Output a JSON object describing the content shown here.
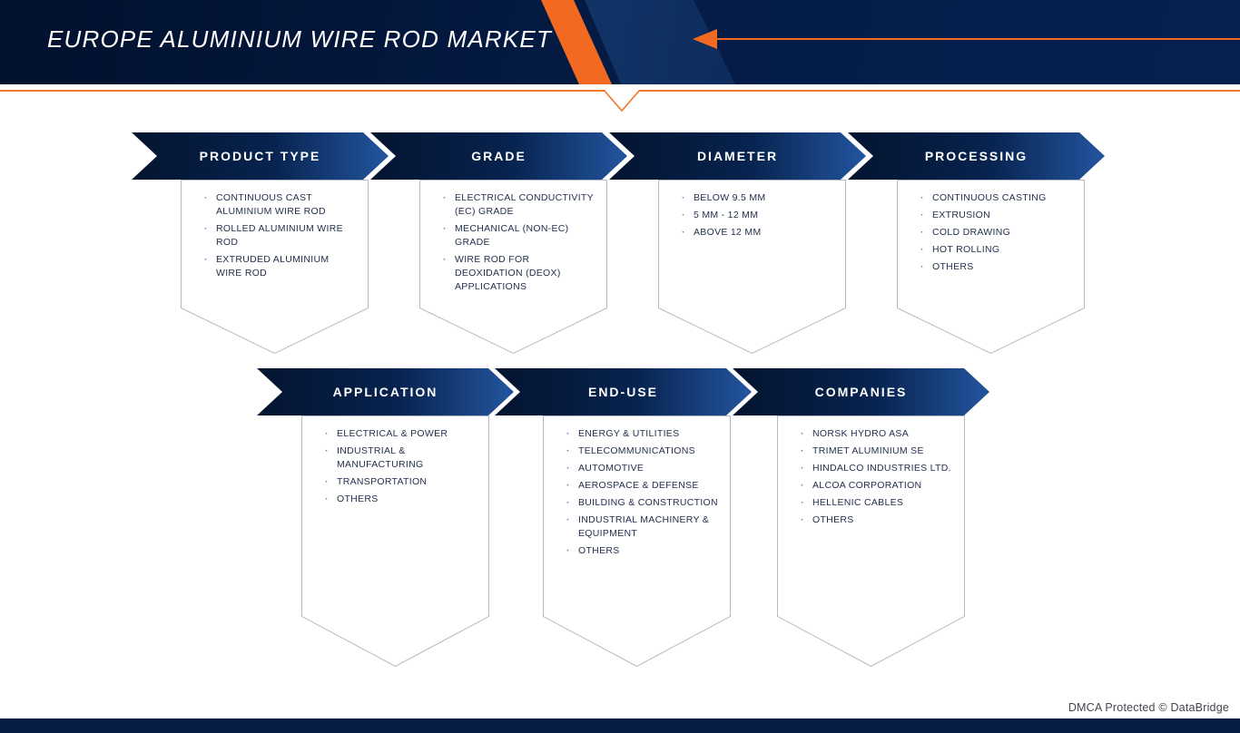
{
  "header": {
    "title": "EUROPE ALUMINIUM WIRE ROD MARKET"
  },
  "rows": {
    "row1": [
      {
        "label": "PRODUCT TYPE",
        "items": [
          "CONTINUOUS CAST ALUMINIUM WIRE ROD",
          "ROLLED ALUMINIUM WIRE ROD",
          "EXTRUDED ALUMINIUM WIRE ROD"
        ]
      },
      {
        "label": "GRADE",
        "items": [
          "ELECTRICAL CONDUCTIVITY (EC) GRADE",
          "MECHANICAL (NON-EC) GRADE",
          "WIRE ROD FOR DEOXIDATION (DEOX) APPLICATIONS"
        ]
      },
      {
        "label": "DIAMETER",
        "items": [
          "BELOW 9.5 MM",
          "5 MM - 12 MM",
          "ABOVE 12 MM"
        ]
      },
      {
        "label": "PROCESSING",
        "items": [
          "CONTINUOUS CASTING",
          "EXTRUSION",
          "COLD DRAWING",
          "HOT ROLLING",
          "OTHERS"
        ]
      }
    ],
    "row2": [
      {
        "label": "APPLICATION",
        "items": [
          "ELECTRICAL & POWER",
          "INDUSTRIAL & MANUFACTURING",
          "TRANSPORTATION",
          "OTHERS"
        ]
      },
      {
        "label": "END-USE",
        "items": [
          "ENERGY & UTILITIES",
          "TELECOMMUNICATIONS",
          "AUTOMOTIVE",
          "AEROSPACE & DEFENSE",
          "BUILDING & CONSTRUCTION",
          "INDUSTRIAL MACHINERY & EQUIPMENT",
          "OTHERS"
        ]
      },
      {
        "label": "COMPANIES",
        "items": [
          "NORSK HYDRO ASA",
          "TRIMET ALUMINIUM SE",
          "HINDALCO INDUSTRIES LTD.",
          "ALCOA CORPORATION",
          "HELLENIC CABLES",
          "OTHERS"
        ]
      }
    ]
  },
  "footer": {
    "dmca_text": "DMCA Protected © DataBridge"
  },
  "colors": {
    "accent_orange": "#F26A21",
    "navy": "#041C46",
    "ribbon_gradient_end": "#23559F",
    "list_text": "#24304E"
  }
}
